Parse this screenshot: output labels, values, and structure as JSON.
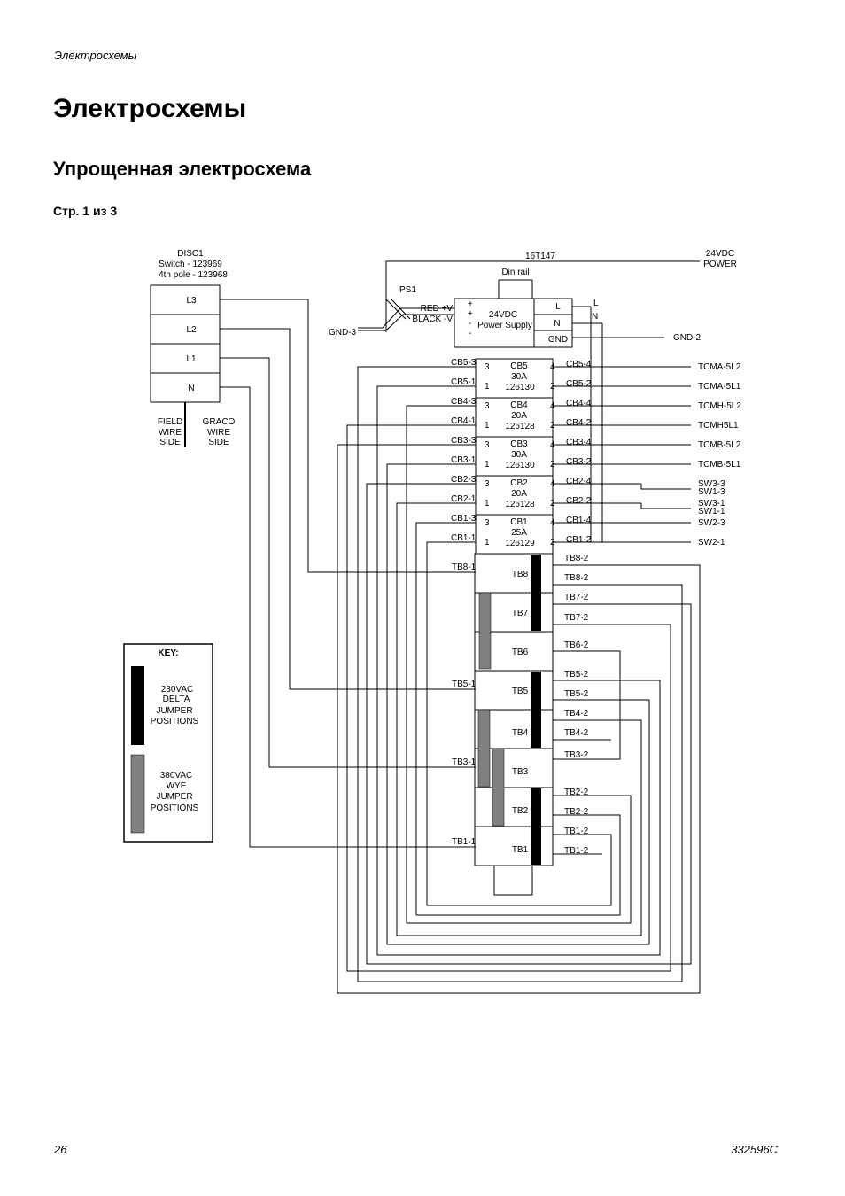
{
  "header": {
    "running_title": "Электросхемы"
  },
  "page": {
    "title": "Электросхемы",
    "subtitle": "Упрощенная электросхема",
    "page_indicator": "Стр. 1 из 3"
  },
  "footer": {
    "page_number": "26",
    "doc_number": "332596C"
  },
  "diagram": {
    "disconnect": {
      "label_lines": [
        "DISC1",
        "Switch - 123969",
        "4th pole - 123968"
      ],
      "terminals": [
        "L3",
        "L2",
        "L1",
        "N"
      ],
      "field_side": [
        "FIELD",
        "WIRE",
        "SIDE"
      ],
      "graco_side": [
        "GRACO",
        "WIRE",
        "SIDE"
      ]
    },
    "top_labels": {
      "part": "16T147",
      "din_rail": "Din rail",
      "power": [
        "24VDC",
        "POWER"
      ],
      "ps": "PS1"
    },
    "power_supply": {
      "title": [
        "24VDC",
        "Power Supply"
      ],
      "pins_left": [
        "+",
        "+",
        "-",
        "-"
      ],
      "inputs": [
        "L",
        "N",
        "GND"
      ],
      "red": "RED +V",
      "black": "BLACK -V",
      "gnd_left": "GND-3",
      "gnd_right": "GND-2",
      "ext_L": "L",
      "ext_N": "N"
    },
    "breakers": [
      {
        "name": "CB5",
        "rating": "30A",
        "part": "126130",
        "in3": "CB5-3",
        "in1": "CB5-1",
        "out4": "CB5-4",
        "out2": "CB5-2",
        "dest4": "TCMA-5L2",
        "dest2": "TCMA-5L1"
      },
      {
        "name": "CB4",
        "rating": "20A",
        "part": "126128",
        "in3": "CB4-3",
        "in1": "CB4-1",
        "out4": "CB4-4",
        "out2": "CB4-2",
        "dest4": "TCMH-5L2",
        "dest2": "TCMH5L1"
      },
      {
        "name": "CB3",
        "rating": "30A",
        "part": "126130",
        "in3": "CB3-3",
        "in1": "CB3-1",
        "out4": "CB3-4",
        "out2": "CB3-2",
        "dest4": "TCMB-5L2",
        "dest2": "TCMB-5L1"
      },
      {
        "name": "CB2",
        "rating": "20A",
        "part": "126128",
        "in3": "CB2-3",
        "in1": "CB2-1",
        "out4": "CB2-4",
        "out2": "CB2-2",
        "dest4": "SW3-3",
        "dest4b": "SW1-3",
        "dest2": "SW3-1",
        "dest2b": "SW1-1"
      },
      {
        "name": "CB1",
        "rating": "25A",
        "part": "126129",
        "in3": "CB1-3",
        "in1": "CB1-1",
        "out4": "CB1-4",
        "out2": "CB1-2",
        "dest4": "SW2-3",
        "dest2": "SW2-1"
      }
    ],
    "breaker_pin_numbers": {
      "p3": "3",
      "p1": "1",
      "p4": "4",
      "p2": "2"
    },
    "terminal_blocks": [
      "TB8",
      "TB7",
      "TB6",
      "TB5",
      "TB4",
      "TB3",
      "TB2",
      "TB1"
    ],
    "tb_left_labels": [
      "TB8-1",
      "TB5-1",
      "TB3-1",
      "TB1-1"
    ],
    "tb_right_labels": [
      "TB8-2",
      "TB8-2",
      "TB7-2",
      "TB7-2",
      "TB6-2",
      "TB5-2",
      "TB5-2",
      "TB4-2",
      "TB4-2",
      "TB3-2",
      "TB2-2",
      "TB2-2",
      "TB1-2",
      "TB1-2"
    ],
    "key": {
      "title": "KEY:",
      "black_label": [
        "230VAC",
        "DELTA",
        "JUMPER",
        "POSITIONS"
      ],
      "gray_label": [
        "380VAC",
        "WYE",
        "JUMPER",
        "POSITIONS"
      ],
      "colors": {
        "black": "#000000",
        "gray": "#808080"
      }
    }
  }
}
